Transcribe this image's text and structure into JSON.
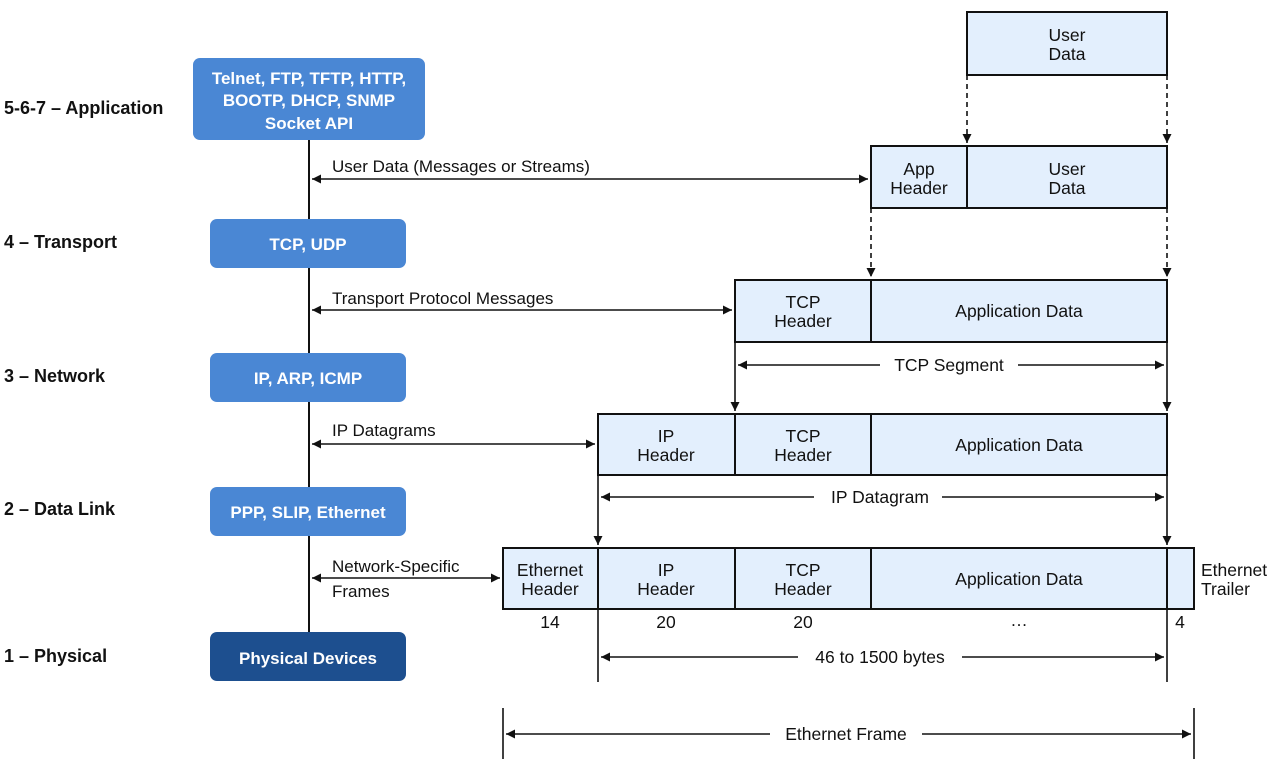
{
  "colors": {
    "protocol_box": "#4a87d4",
    "physical_box": "#1d4f8f",
    "cell_fill": "#e3effd",
    "line": "#111111"
  },
  "layers": [
    {
      "label": "5-6-7 – Application",
      "protocols": [
        "Telnet, FTP, TFTP, HTTP,",
        "BOOTP, DHCP, SNMP",
        "Socket API"
      ]
    },
    {
      "label": "4 – Transport",
      "protocols": [
        "TCP, UDP"
      ]
    },
    {
      "label": "3 – Network",
      "protocols": [
        "IP, ARP, ICMP"
      ]
    },
    {
      "label": "2 – Data Link",
      "protocols": [
        "PPP, SLIP, Ethernet"
      ]
    },
    {
      "label": "1 – Physical",
      "protocols": [
        "Physical Devices"
      ]
    }
  ],
  "messages": {
    "application": [
      "User Data (Messages or Streams)"
    ],
    "transport": [
      "Transport Protocol Messages"
    ],
    "network": [
      "IP Datagrams"
    ],
    "datalink": [
      "Network-Specific",
      "Frames"
    ]
  },
  "cells": {
    "user_data": [
      "User",
      "Data"
    ],
    "app_header": [
      "App",
      "Header"
    ],
    "tcp_header": [
      "TCP",
      "Header"
    ],
    "application_data": [
      "Application Data"
    ],
    "ip_header": [
      "IP",
      "Header"
    ],
    "ethernet_header": [
      "Ethernet",
      "Header"
    ],
    "ethernet_trailer": [
      "Ethernet",
      "Trailer"
    ]
  },
  "dimensions": {
    "tcp_segment": "TCP Segment",
    "ip_datagram": "IP Datagram",
    "payload": "46 to 1500 bytes",
    "ethernet_frame": "Ethernet Frame"
  },
  "byte_sizes": {
    "ethernet_header": "14",
    "ip_header": "20",
    "tcp_header": "20",
    "application_data": "…",
    "ethernet_trailer": "4"
  }
}
